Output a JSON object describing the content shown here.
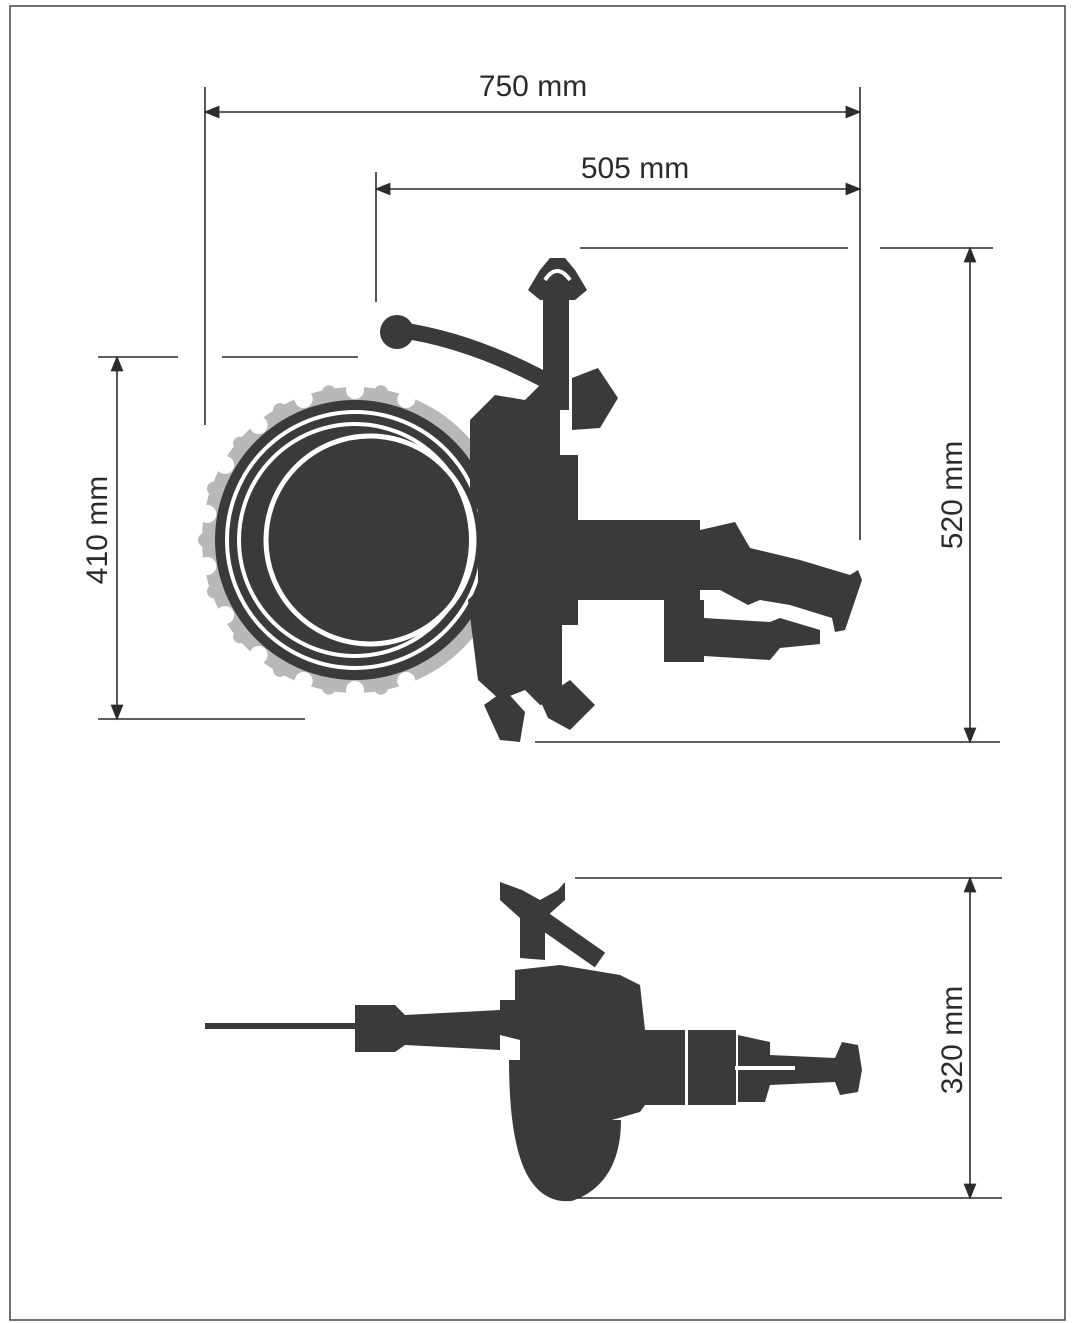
{
  "dimensions": {
    "overall_width": "750 mm",
    "bracket_width": "505 mm",
    "top_height": "520 mm",
    "ring_diameter": "410 mm",
    "side_height": "320 mm"
  },
  "colors": {
    "machine": "#3a3a3a",
    "teeth": "#b8b8b8",
    "lines": "#2b2b2b",
    "frame": "#444444"
  }
}
